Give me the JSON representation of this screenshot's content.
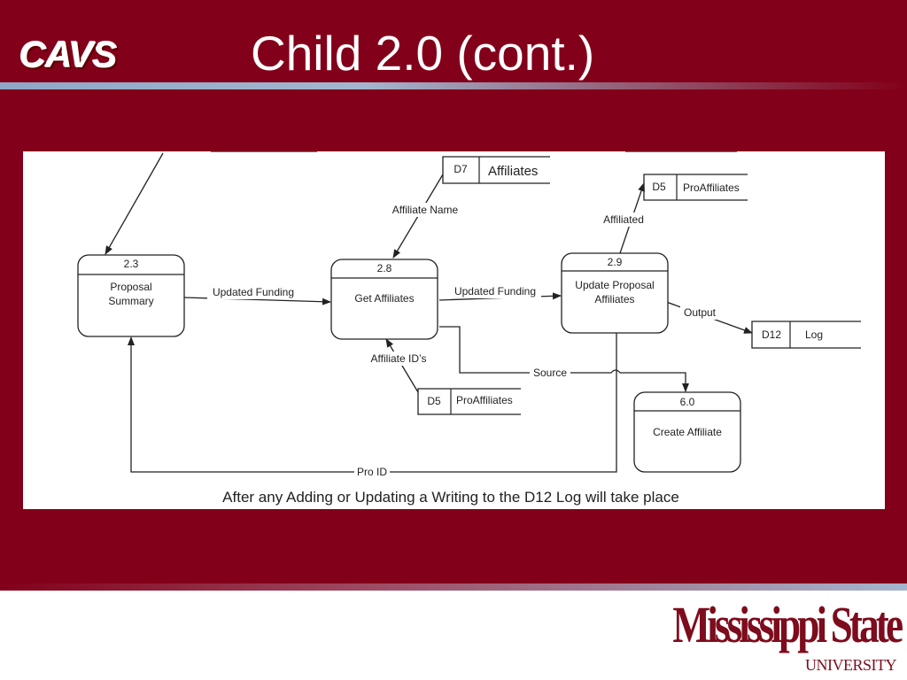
{
  "header": {
    "logo_text": "CAVS",
    "title": "Child 2.0 (cont.)"
  },
  "diagram": {
    "processes": [
      {
        "id": "2.3",
        "label_lines": [
          "Proposal",
          "Summary"
        ]
      },
      {
        "id": "2.8",
        "label_lines": [
          "Get Affiliates"
        ]
      },
      {
        "id": "2.9",
        "label_lines": [
          "Update Proposal",
          "Affiliates"
        ]
      },
      {
        "id": "6.0",
        "label_lines": [
          "Create Affiliate"
        ]
      }
    ],
    "stores": [
      {
        "id": "D7",
        "name": "Affiliates"
      },
      {
        "id": "D5",
        "name": "ProAffiliates"
      },
      {
        "id": "D5",
        "name": "ProAffiliates"
      },
      {
        "id": "D12",
        "name": "Log"
      }
    ],
    "flows": {
      "updated_funding_1": "Updated Funding",
      "updated_funding_2": "Updated Funding",
      "affiliate_name": "Affiliate Name",
      "affiliated": "Affiliated",
      "output": "Output",
      "affiliate_ids": "Affiliate ID’s",
      "source": "Source",
      "pro_id": "Pro ID"
    },
    "note": "After any Adding or Updating a Writing to the D12 Log will take place"
  },
  "footer": {
    "university_name": "Mississippi State",
    "university_sub": "UNIVERSITY"
  },
  "colors": {
    "slide_background": "#820019",
    "accent_blue": "#a4b6cf",
    "diagram_line": "#222222"
  }
}
